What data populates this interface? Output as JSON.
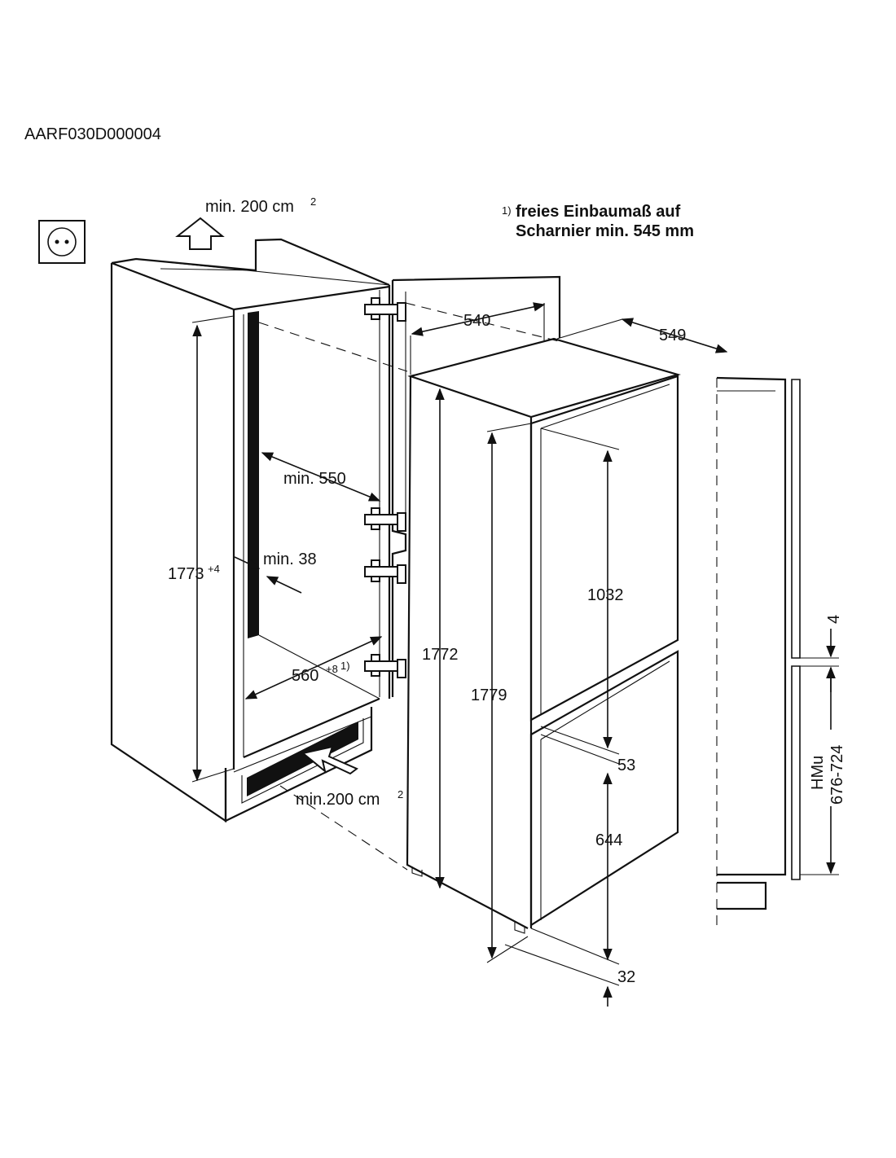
{
  "document_code": "AARF030D000004",
  "footnote": {
    "marker": "1)",
    "line1": "freies Einbaumaß auf",
    "line2": "Scharnier min. 545 mm"
  },
  "ventilation": {
    "top": {
      "text": "min. 200 cm",
      "sup": "2"
    },
    "bottom": {
      "text": "min.200 cm",
      "sup": "2"
    }
  },
  "niche_dims": {
    "height": {
      "value": "1773",
      "sup": "+4"
    },
    "depth_min": "min. 550",
    "wall_gap": "min. 38",
    "width": {
      "value": "560",
      "sup": "+8",
      "note": "1)"
    }
  },
  "appliance_dims": {
    "depth": "540",
    "depth_with_door": "549",
    "cabinet_height": "1772",
    "total_height": "1779",
    "fridge_door": "1032",
    "door_gap": "53",
    "freezer_door": "644",
    "plinth": "32"
  },
  "side_view": {
    "gap": "4",
    "hmu_label": "HMu",
    "hmu_range": "676-724"
  },
  "icons": [
    "power-socket-icon",
    "airflow-arrow-up-icon",
    "airflow-arrow-in-icon",
    "hinge-icon"
  ]
}
